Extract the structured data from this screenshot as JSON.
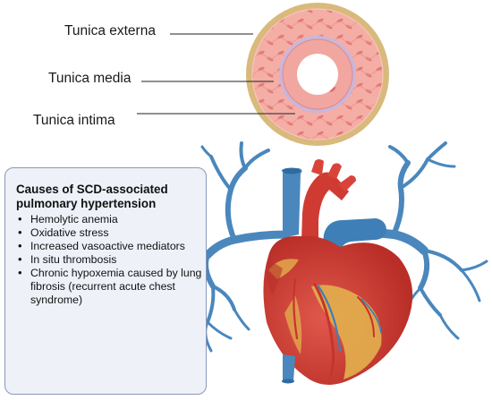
{
  "vessel_labels": {
    "externa": "Tunica externa",
    "media": "Tunica media",
    "intima": "Tunica intima"
  },
  "causes": {
    "title": "Causes of SCD-associated pulmonary  hypertension",
    "items": [
      "Hemolytic anemia",
      "Oxidative stress",
      "Increased vasoactive mediators",
      "In situ thrombosis",
      "Chronic hypoxemia caused by lung fibrosis (recurrent acute chest syndrome)"
    ]
  },
  "colors": {
    "externa_ring": "#d9b97c",
    "media_ring": "#f2a6a0",
    "intima_ring": "#c9b6dd",
    "vessel_blue": "#4a87bd",
    "heart_red": "#c63a32",
    "box_fill": "#eef1f8",
    "box_border": "#8b98b8"
  }
}
